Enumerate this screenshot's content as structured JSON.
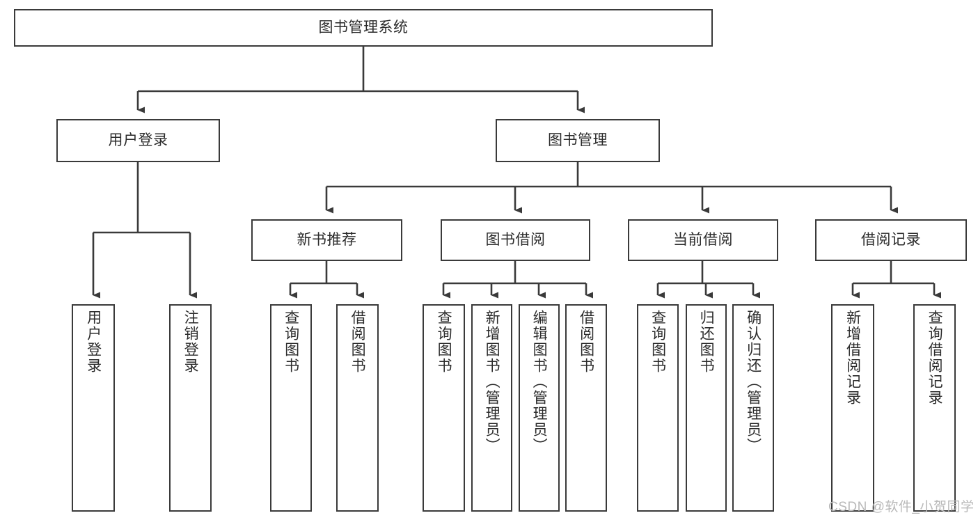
{
  "diagram": {
    "title": "图书管理系统",
    "type": "hierarchical-tree",
    "root": {
      "id": "root",
      "label": "图书管理系统",
      "level": 1
    },
    "level2": [
      {
        "id": "user-login",
        "label": "用户登录"
      },
      {
        "id": "book-management",
        "label": "图书管理"
      }
    ],
    "level3": [
      {
        "id": "new-book-recommend",
        "label": "新书推荐",
        "parent": "book-management"
      },
      {
        "id": "book-borrow",
        "label": "图书借阅",
        "parent": "book-management"
      },
      {
        "id": "current-borrow",
        "label": "当前借阅",
        "parent": "book-management"
      },
      {
        "id": "borrow-record",
        "label": "借阅记录",
        "parent": "book-management"
      }
    ],
    "leaves": [
      {
        "id": "leaf-user-login",
        "label": "用户登录",
        "parent": "user-login"
      },
      {
        "id": "leaf-logout",
        "label": "注销登录",
        "parent": "user-login"
      },
      {
        "id": "leaf-query-book-1",
        "label": "查询图书",
        "parent": "new-book-recommend"
      },
      {
        "id": "leaf-borrow-book-1",
        "label": "借阅图书",
        "parent": "new-book-recommend"
      },
      {
        "id": "leaf-query-book-2",
        "label": "查询图书",
        "parent": "book-borrow"
      },
      {
        "id": "leaf-add-book",
        "label": "新增图书（管理员）",
        "parent": "book-borrow"
      },
      {
        "id": "leaf-edit-book",
        "label": "编辑图书（管理员）",
        "parent": "book-borrow"
      },
      {
        "id": "leaf-borrow-book-2",
        "label": "借阅图书",
        "parent": "book-borrow"
      },
      {
        "id": "leaf-query-book-3",
        "label": "查询图书",
        "parent": "current-borrow"
      },
      {
        "id": "leaf-return-book",
        "label": "归还图书",
        "parent": "current-borrow"
      },
      {
        "id": "leaf-confirm-return",
        "label": "确认归还（管理员）",
        "parent": "current-borrow"
      },
      {
        "id": "leaf-add-record",
        "label": "新增借阅记录",
        "parent": "borrow-record"
      },
      {
        "id": "leaf-query-record",
        "label": "查询借阅记录",
        "parent": "borrow-record"
      }
    ],
    "watermark": "CSDN @软件_小贺同学",
    "colors": {
      "stroke": "#3a3a3a",
      "fill": "#ffffff",
      "text": "#2b2b2b",
      "watermark": "#b9b9b9"
    }
  }
}
